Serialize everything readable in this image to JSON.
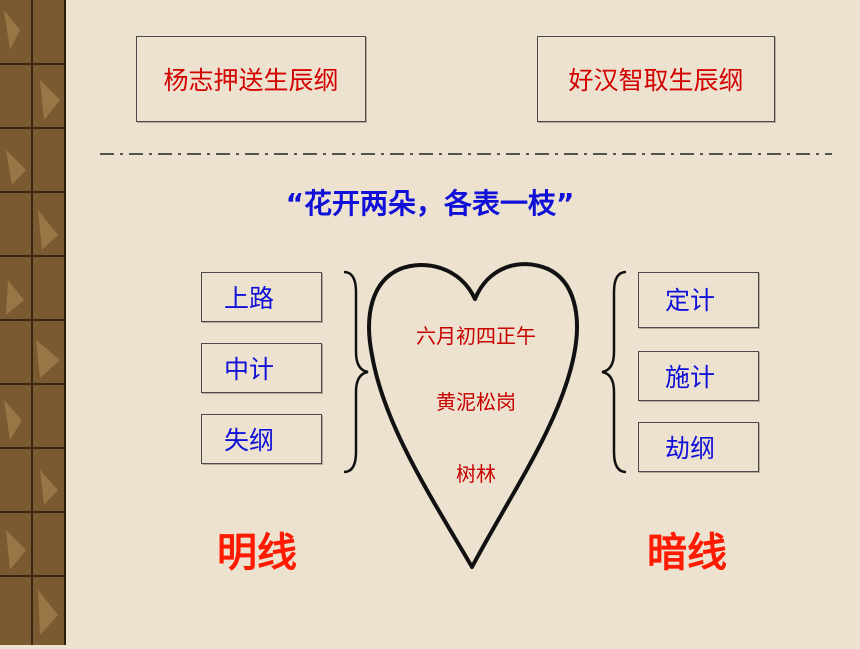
{
  "top_boxes": {
    "left": "杨志押送生辰纲",
    "right": "好汉智取生辰纲"
  },
  "subtitle": "“花开两朵，各表一枝”",
  "left_items": [
    "上路",
    "中计",
    "失纲"
  ],
  "right_items": [
    "定计",
    "施计",
    "劫纲"
  ],
  "heart_lines": [
    "六月初四正午",
    "黄泥松岗",
    "树林"
  ],
  "labels": {
    "left": "明线",
    "right": "暗线"
  },
  "colors": {
    "title_text": "#d40000",
    "item_text": "#1010d8",
    "label_text": "#ff1a00",
    "background": "#ece2cf"
  }
}
